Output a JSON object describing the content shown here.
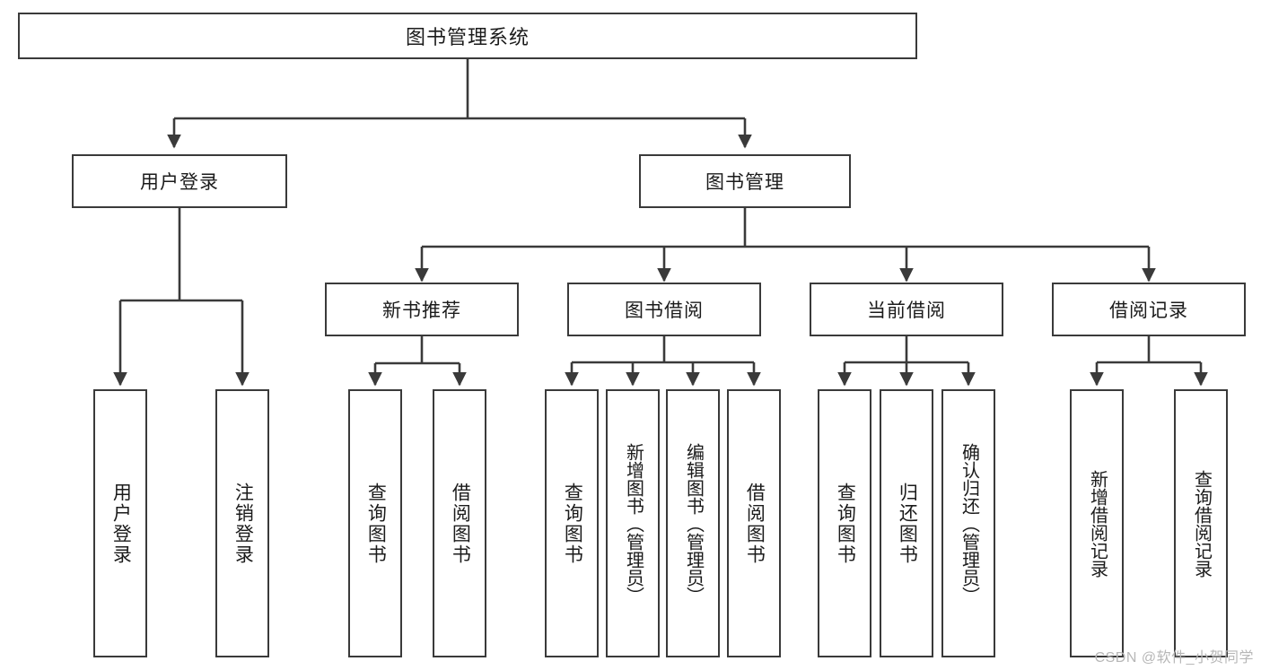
{
  "diagram": {
    "title": "图书管理系统",
    "type": "tree-hierarchy-diagram",
    "colors": {
      "box_border": "#3a3a3a",
      "box_fill": "#ffffff",
      "edge": "#3a3a3a",
      "text": "#1b1b1b",
      "watermark": "#b7b7b7",
      "background": "#ffffff"
    }
  },
  "root": {
    "label": "图书管理系统"
  },
  "level2": [
    {
      "label": "用户登录"
    },
    {
      "label": "图书管理"
    }
  ],
  "level3": [
    {
      "label": "新书推荐"
    },
    {
      "label": "图书借阅"
    },
    {
      "label": "当前借阅"
    },
    {
      "label": "借阅记录"
    }
  ],
  "leaves": {
    "user_login": [
      {
        "label": "用户登录"
      },
      {
        "label": "注销登录"
      }
    ],
    "new_book_recommend": [
      {
        "label": "查询图书"
      },
      {
        "label": "借阅图书"
      }
    ],
    "book_borrow": [
      {
        "label": "查询图书"
      },
      {
        "label": "新增图书（管理员）"
      },
      {
        "label": "编辑图书（管理员）"
      },
      {
        "label": "借阅图书"
      }
    ],
    "current_borrow": [
      {
        "label": "查询图书"
      },
      {
        "label": "归还图书"
      },
      {
        "label": "确认归还（管理员）"
      }
    ],
    "borrow_record": [
      {
        "label": "新增借阅记录"
      },
      {
        "label": "查询借阅记录"
      }
    ]
  },
  "watermark": {
    "text": "CSDN @软件_小贺同学"
  }
}
